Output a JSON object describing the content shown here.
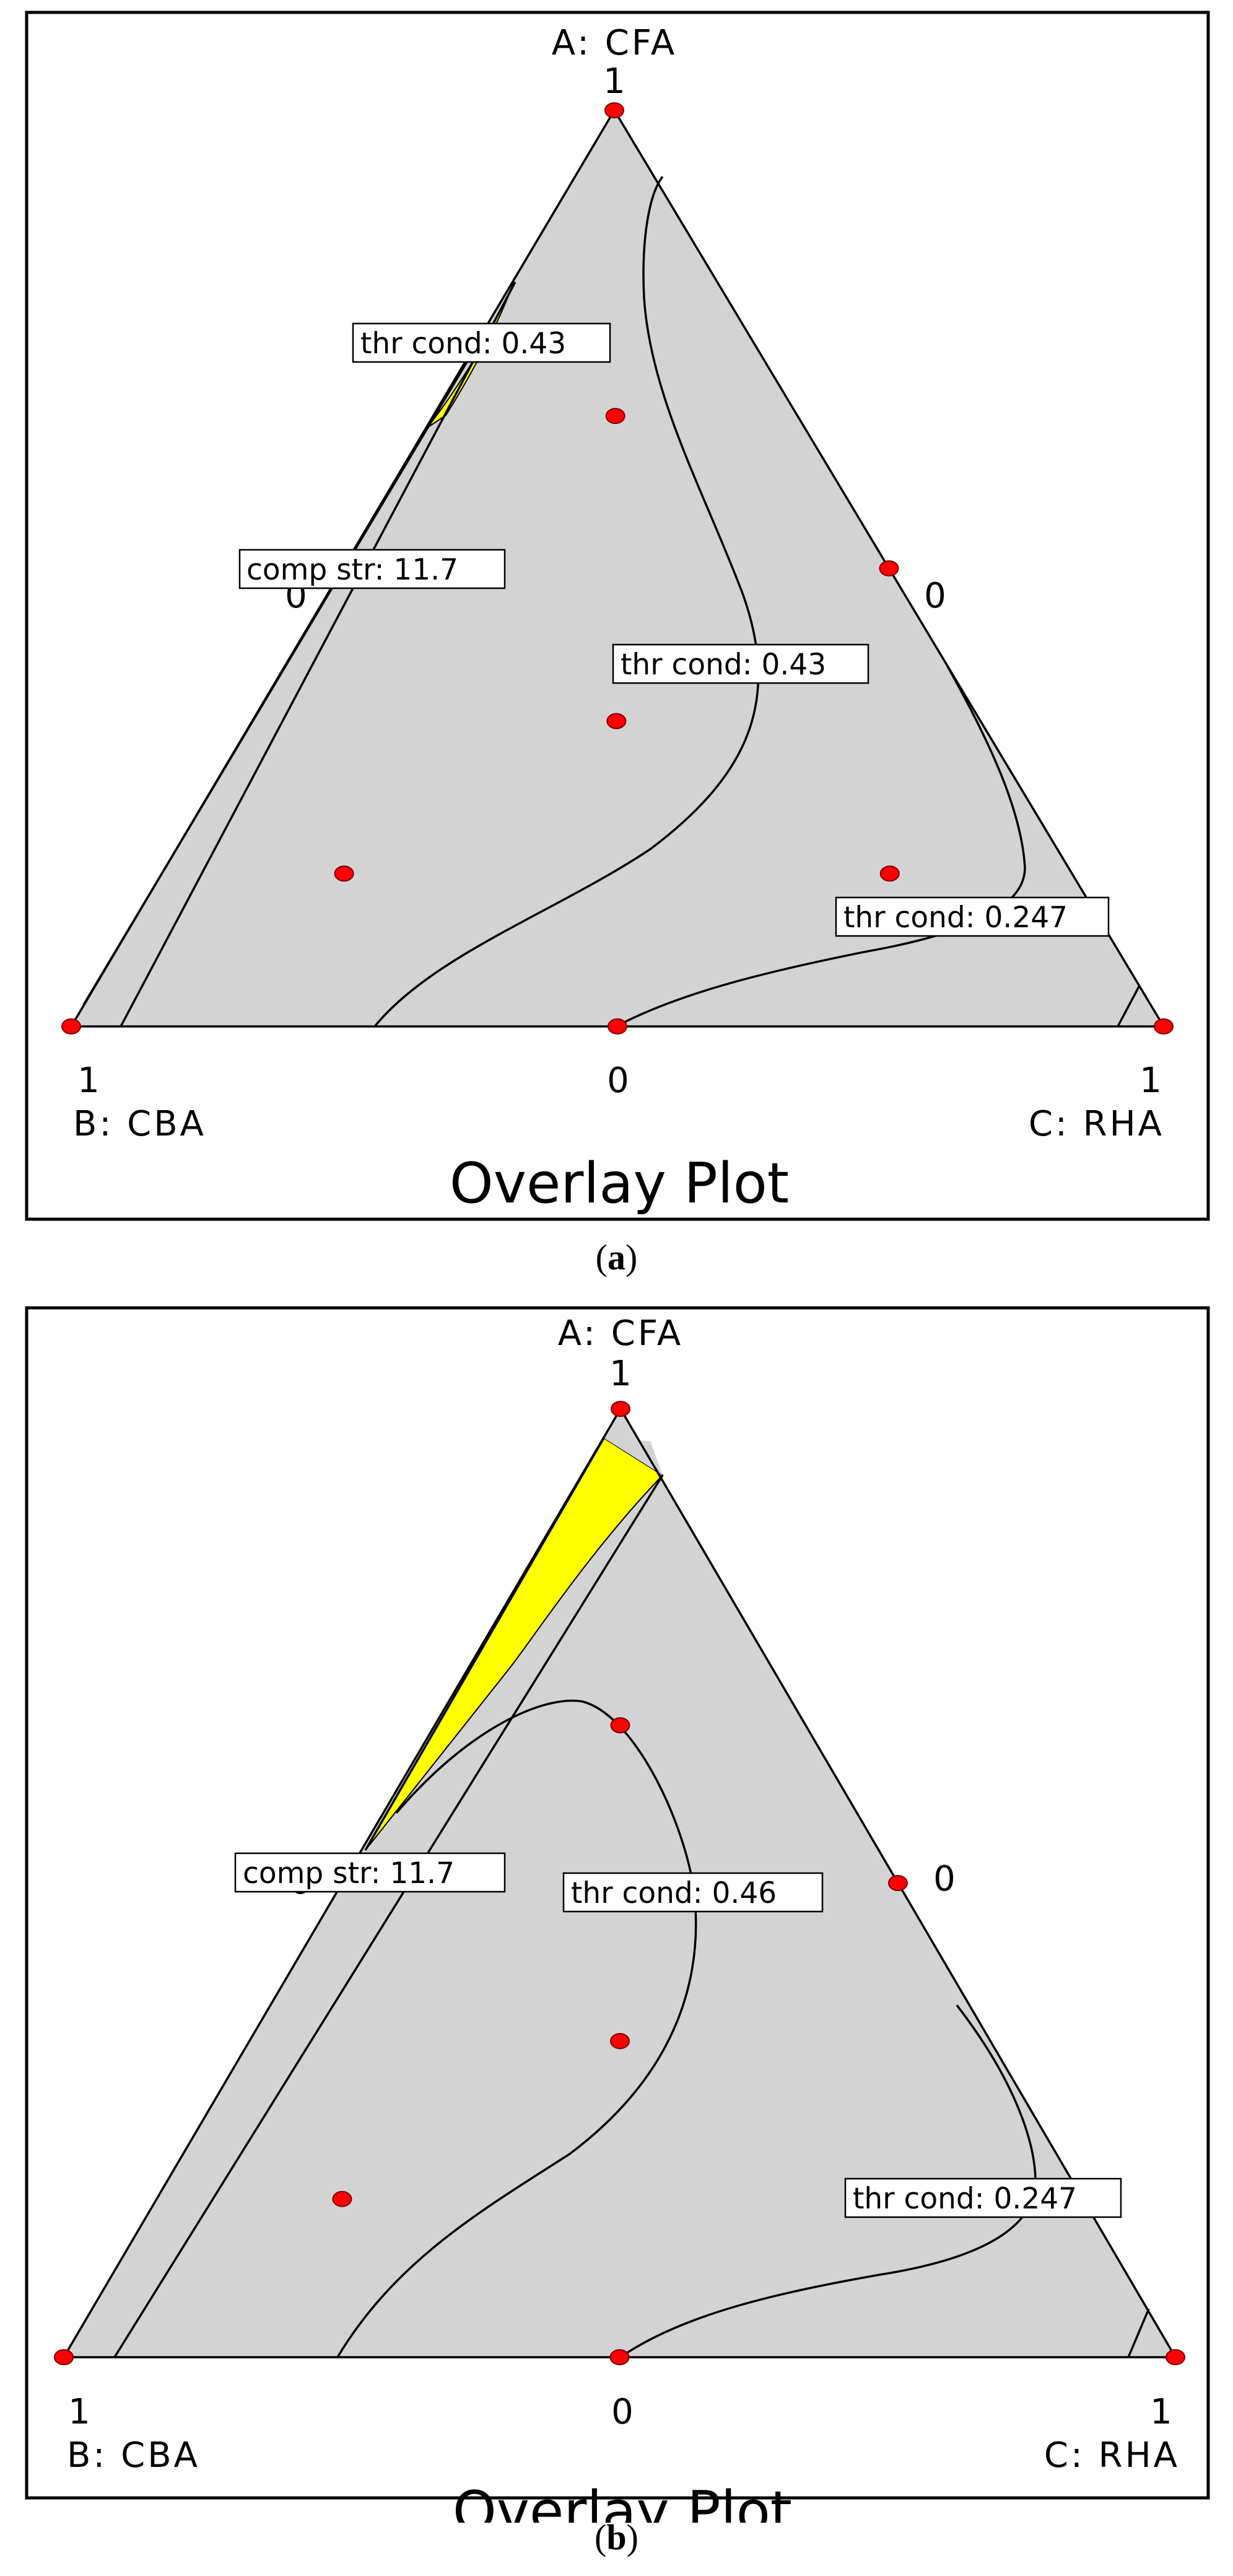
{
  "chart_data": [
    {
      "type": "ternary-overlay",
      "panel_caption": "a",
      "title": "Overlay Plot",
      "vertices": {
        "A": {
          "label": "A: CFA",
          "tick": "1"
        },
        "B": {
          "label": "B: CBA",
          "tick": "1"
        },
        "C": {
          "label": "C: RHA",
          "tick": "1"
        }
      },
      "edge_ticks": {
        "bottom_mid": "0",
        "left_mid": "0",
        "right_mid": "0"
      },
      "design_points": [
        {
          "A": 1,
          "B": 0,
          "C": 0
        },
        {
          "A": 0,
          "B": 1,
          "C": 0
        },
        {
          "A": 0,
          "B": 0,
          "C": 1
        },
        {
          "A": 0.5,
          "B": 0.5,
          "C": 0
        },
        {
          "A": 0.5,
          "B": 0,
          "C": 0.5
        },
        {
          "A": 0,
          "B": 0.5,
          "C": 0.5
        },
        {
          "A": 0.667,
          "B": 0.167,
          "C": 0.167
        },
        {
          "A": 0.167,
          "B": 0.667,
          "C": 0.167
        },
        {
          "A": 0.167,
          "B": 0.167,
          "C": 0.667
        },
        {
          "A": 0.333,
          "B": 0.333,
          "C": 0.333
        }
      ],
      "contour_labels": [
        {
          "text": "thr cond: 0.43",
          "A": 0.76,
          "B": 0.24,
          "C": 0.0
        },
        {
          "text": "comp str: 11.7",
          "A": 0.5,
          "B": 0.53,
          "C": -0.03
        },
        {
          "text": "thr cond: 0.43",
          "A": 0.41,
          "B": 0.08,
          "C": 0.51
        },
        {
          "text": "thr cond: 0.247",
          "A": 0.12,
          "B": 0.04,
          "C": 0.84
        }
      ],
      "colors": {
        "feasible": "#ffff00",
        "infeasible": "#d3d3d3",
        "points": "#ff0000",
        "lines": "#000000"
      }
    },
    {
      "type": "ternary-overlay",
      "panel_caption": "b",
      "title": "Overlay Plot",
      "vertices": {
        "A": {
          "label": "A: CFA",
          "tick": "1"
        },
        "B": {
          "label": "B: CBA",
          "tick": "1"
        },
        "C": {
          "label": "C: RHA",
          "tick": "1"
        }
      },
      "edge_ticks": {
        "bottom_mid": "0",
        "left_mid": "0",
        "right_mid": "0"
      },
      "design_points": [
        {
          "A": 1,
          "B": 0,
          "C": 0
        },
        {
          "A": 0,
          "B": 1,
          "C": 0
        },
        {
          "A": 0,
          "B": 0,
          "C": 1
        },
        {
          "A": 0.5,
          "B": 0.5,
          "C": 0
        },
        {
          "A": 0.5,
          "B": 0,
          "C": 0.5
        },
        {
          "A": 0,
          "B": 0.5,
          "C": 0.5
        },
        {
          "A": 0.667,
          "B": 0.167,
          "C": 0.167
        },
        {
          "A": 0.167,
          "B": 0.667,
          "C": 0.167
        },
        {
          "A": 0.167,
          "B": 0.167,
          "C": 0.667
        },
        {
          "A": 0.333,
          "B": 0.333,
          "C": 0.333
        }
      ],
      "contour_labels": [
        {
          "text": "comp str: 11.7",
          "A": 0.5,
          "B": 0.53,
          "C": -0.03
        },
        {
          "text": "thr cond: 0.46",
          "A": 0.5,
          "B": 0.28,
          "C": 0.22
        },
        {
          "text": "thr cond: 0.247",
          "A": 0.12,
          "B": 0.04,
          "C": 0.84
        }
      ],
      "colors": {
        "feasible": "#ffff00",
        "infeasible": "#d3d3d3",
        "points": "#ff0000",
        "lines": "#000000"
      }
    }
  ]
}
